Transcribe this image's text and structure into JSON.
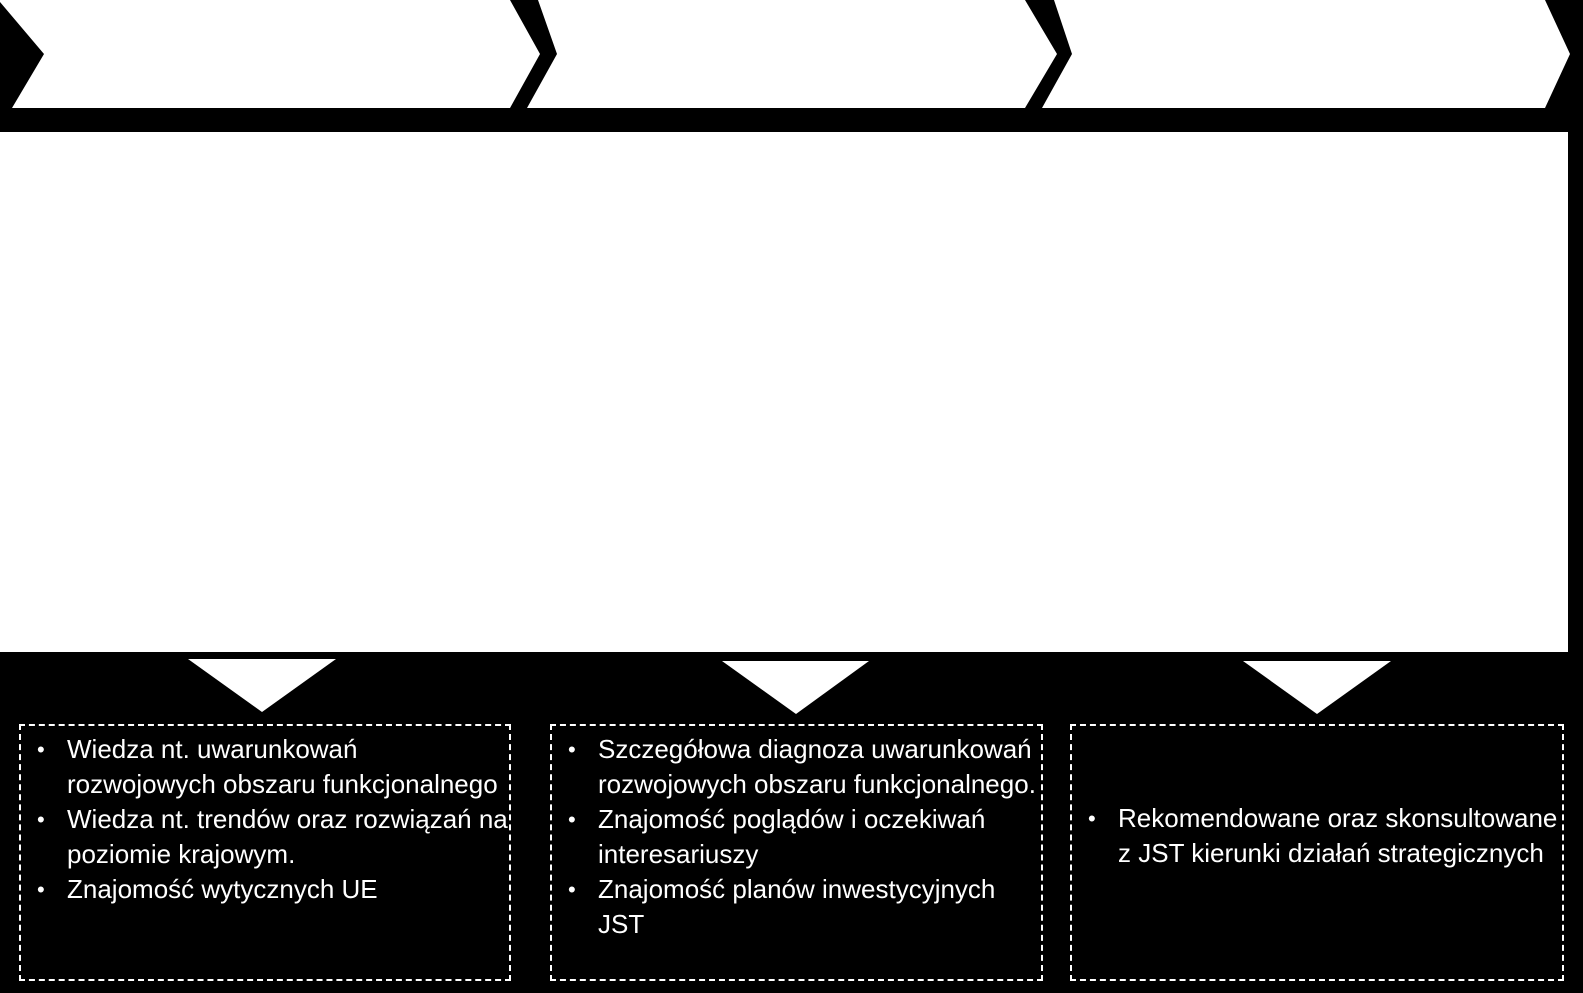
{
  "colors": {
    "background": "#000000",
    "panel": "#ffffff",
    "text": "#ffffff",
    "chevron_fill": "#ffffff"
  },
  "stages": [
    {
      "label": ""
    },
    {
      "label": ""
    },
    {
      "label": ""
    }
  ],
  "outcomes": [
    {
      "items": [
        "Wiedza nt. uwarunkowań rozwojowych obszaru funkcjonalnego",
        "Wiedza nt. trendów oraz rozwiązań na poziomie krajowym.",
        "Znajomość wytycznych  UE"
      ]
    },
    {
      "items": [
        "Szczegółowa diagnoza uwarunkowań rozwojowych obszaru funkcjonalnego.",
        "Znajomość poglądów i oczekiwań interesariuszy",
        "Znajomość planów inwestycyjnych JST"
      ]
    },
    {
      "items": [
        "Rekomendowane oraz skonsultowane z JST kierunki działań strategicznych"
      ]
    }
  ]
}
